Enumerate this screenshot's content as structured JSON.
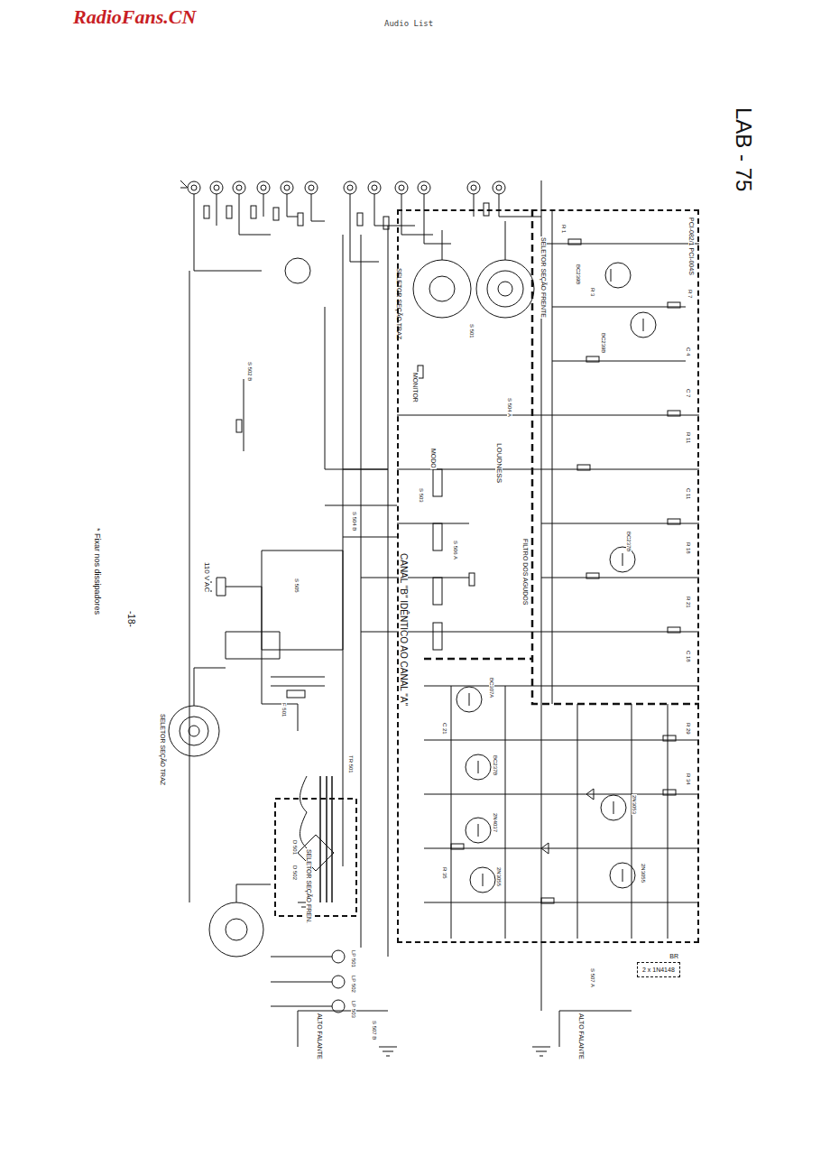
{
  "diagram": {
    "nodes": [
      {
        "text": [
          "PCI-082/1 PCI-004S"
        ]
      },
      {
        "text": [
          "BR",
          "2 x 1N4148"
        ]
      }
    ],
    "labels": [
      "RadioFans.CN",
      "Audio List",
      "LAB - 75",
      "CANAL \"B\" IDÊNTICO AO CANAL \"A\"",
      "LOUDNESS",
      "FILTRO DOS AGUDOS",
      "MODO",
      "MONITOR",
      "SELETOR SEÇÃO FRENTE",
      "SELETOR SEÇÃO TRAZ",
      "110 V AC",
      "ALTO FALANTE",
      "ALTO FALANTE",
      "SELETOR SEÇÃO TRAZ",
      "SELETOR SEÇÃO FREN.",
      "-18-",
      "* Fixar nos dissipadores",
      "BC239B",
      "BC239B",
      "BC237B",
      "BC307A",
      "BC237B",
      "2N4037",
      "2N3055",
      "2N3053",
      "2N3055",
      "S 501",
      "S 502 B",
      "S 503",
      "S 504 A",
      "S 504 B",
      "S 506 A",
      "S 505",
      "TR 501",
      "F 501",
      "LP 501",
      "LP 502",
      "LP 503",
      "S 507 B",
      "S 507 A",
      "R 1",
      "R 3",
      "R 7",
      "C 4",
      "C 7",
      "R 11",
      "C 11",
      "R 18",
      "R 21",
      "C 18",
      "R 29",
      "R 34",
      "C 21",
      "R 35",
      "D 501",
      "D 502"
    ]
  }
}
